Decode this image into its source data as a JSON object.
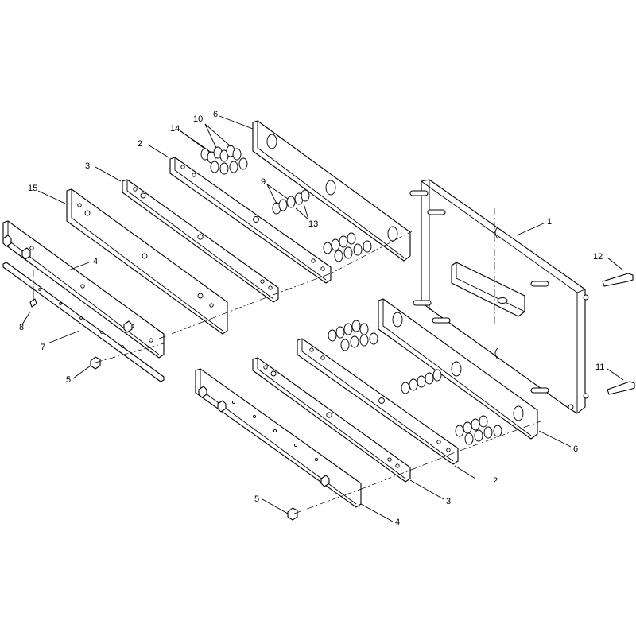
{
  "diagram": {
    "callouts": [
      {
        "id": "c1",
        "label": "1"
      },
      {
        "id": "c2a",
        "label": "2"
      },
      {
        "id": "c2b",
        "label": "2"
      },
      {
        "id": "c3a",
        "label": "3"
      },
      {
        "id": "c3b",
        "label": "3"
      },
      {
        "id": "c4a",
        "label": "4"
      },
      {
        "id": "c4b",
        "label": "4"
      },
      {
        "id": "c5a",
        "label": "5"
      },
      {
        "id": "c5b",
        "label": "5"
      },
      {
        "id": "c6a",
        "label": "6"
      },
      {
        "id": "c6b",
        "label": "6"
      },
      {
        "id": "c7",
        "label": "7"
      },
      {
        "id": "c8",
        "label": "8"
      },
      {
        "id": "c9",
        "label": "9"
      },
      {
        "id": "c10",
        "label": "10"
      },
      {
        "id": "c11",
        "label": "11"
      },
      {
        "id": "c12",
        "label": "12"
      },
      {
        "id": "c13",
        "label": "13"
      },
      {
        "id": "c14",
        "label": "14"
      },
      {
        "id": "c15",
        "label": "15"
      }
    ]
  }
}
